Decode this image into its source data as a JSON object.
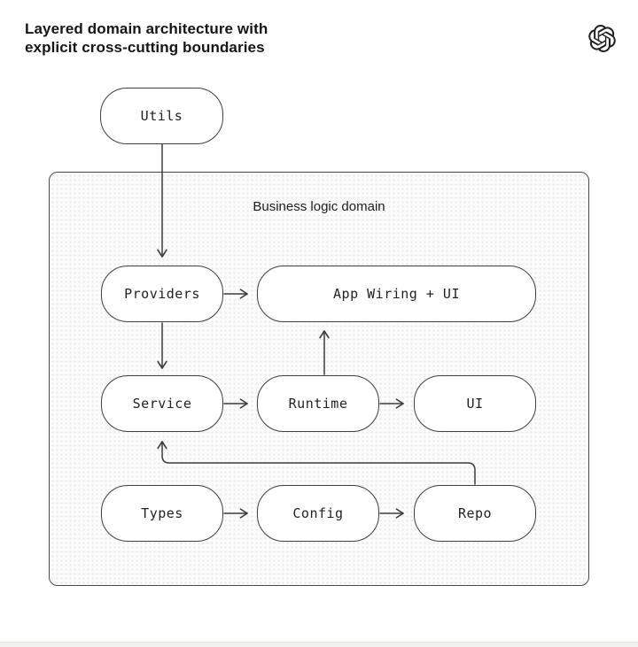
{
  "title": "Layered domain architecture with\nexplicit cross-cutting boundaries",
  "logo": {
    "name": "openai-logo"
  },
  "container": {
    "label": "Business logic domain"
  },
  "nodes": [
    {
      "id": "utils",
      "label": "Utils"
    },
    {
      "id": "providers",
      "label": "Providers"
    },
    {
      "id": "app_wiring_ui",
      "label": "App Wiring + UI"
    },
    {
      "id": "service",
      "label": "Service"
    },
    {
      "id": "runtime",
      "label": "Runtime"
    },
    {
      "id": "ui",
      "label": "UI"
    },
    {
      "id": "types",
      "label": "Types"
    },
    {
      "id": "config",
      "label": "Config"
    },
    {
      "id": "repo",
      "label": "Repo"
    }
  ],
  "edges": [
    {
      "from": "utils",
      "to": "providers"
    },
    {
      "from": "providers",
      "to": "app_wiring_ui"
    },
    {
      "from": "providers",
      "to": "service"
    },
    {
      "from": "service",
      "to": "runtime"
    },
    {
      "from": "runtime",
      "to": "ui"
    },
    {
      "from": "runtime",
      "to": "app_wiring_ui"
    },
    {
      "from": "types",
      "to": "config"
    },
    {
      "from": "config",
      "to": "repo"
    },
    {
      "from": "repo",
      "to": "service"
    }
  ],
  "colors": {
    "stroke": "#3d3d3d",
    "container_border": "#4a4a4a",
    "container_bg": "#fcfcfc",
    "dot_pattern": "#e7e7e7",
    "text": "#1c1c1c",
    "background": "#ffffff"
  }
}
